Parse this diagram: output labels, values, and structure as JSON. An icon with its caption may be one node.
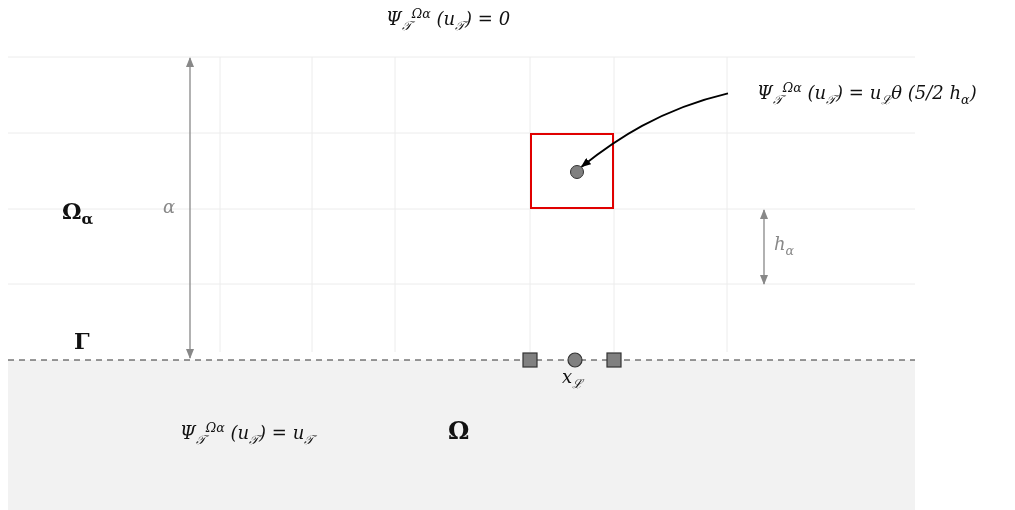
{
  "diagram": {
    "nodes": [
      {
        "text": [
          "Ψ$_{𝒯}$$^{Ωα}$ (u$_{𝒯}$) = u$_{ℒ}$θ (5/2 h$_{α}$)"
        ]
      },
      {
        "text": [],
        "shape": "box"
      },
      {
        "text": [],
        "shape": "circle",
        "in": 1
      },
      {
        "text": [
          "Ψ$_{𝒯}$$^{Ωα}$ (u$_{𝒯}$) = u$_{𝒯}$",
          "Ω"
        ]
      }
    ],
    "edges": [
      {
        "from": 0,
        "to": 2,
        "arrow": "to"
      }
    ],
    "labels": [
      "Ψ$_{𝒯}$$^{Ωα}$ (u$_{𝒯}$) = 0",
      "Ω$_{α}$",
      "α",
      "h$_{α}$",
      "Γ",
      "x$_{ℒ}$"
    ]
  }
}
